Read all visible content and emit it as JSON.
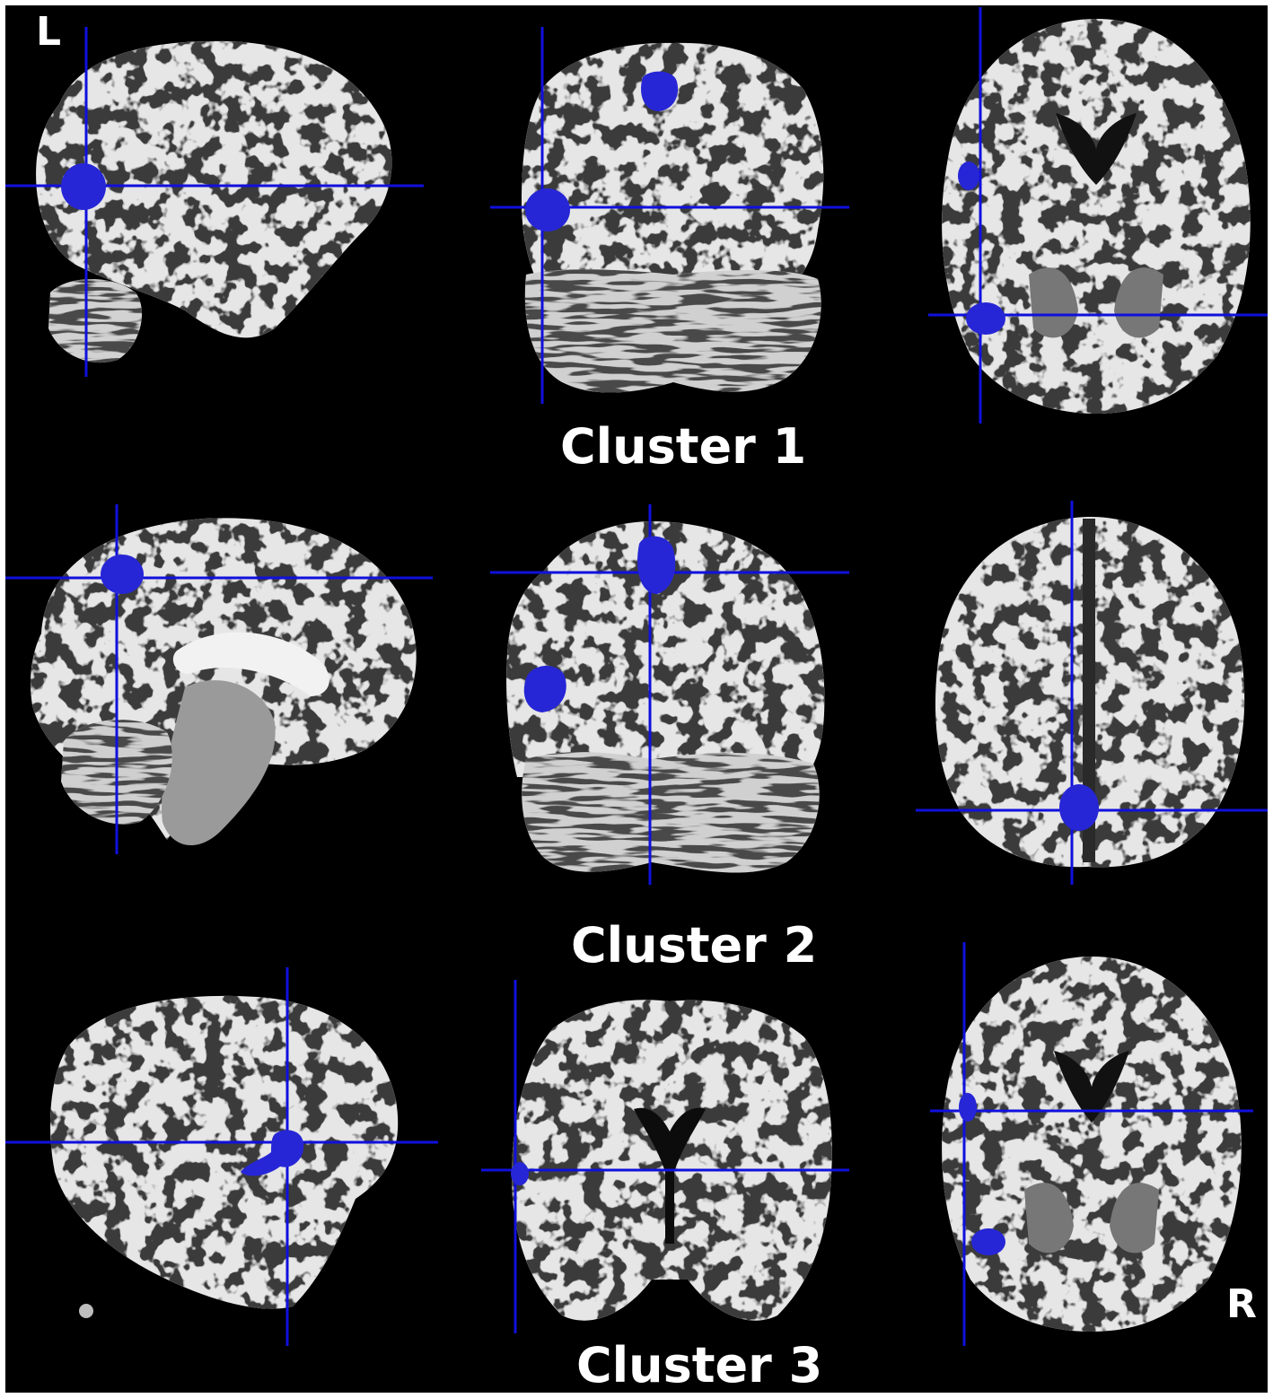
{
  "figure": {
    "orientation_left": "L",
    "orientation_right": "R",
    "clusters": [
      {
        "label": "Cluster 1"
      },
      {
        "label": "Cluster 2"
      },
      {
        "label": "Cluster 3"
      }
    ]
  },
  "colors": {
    "background": "#000000",
    "crosshair": "#1010dd",
    "cluster_blob": "#2a2ad8",
    "brain_gray": "#e4e4e4",
    "brain_dark": "#6e6e6e"
  }
}
